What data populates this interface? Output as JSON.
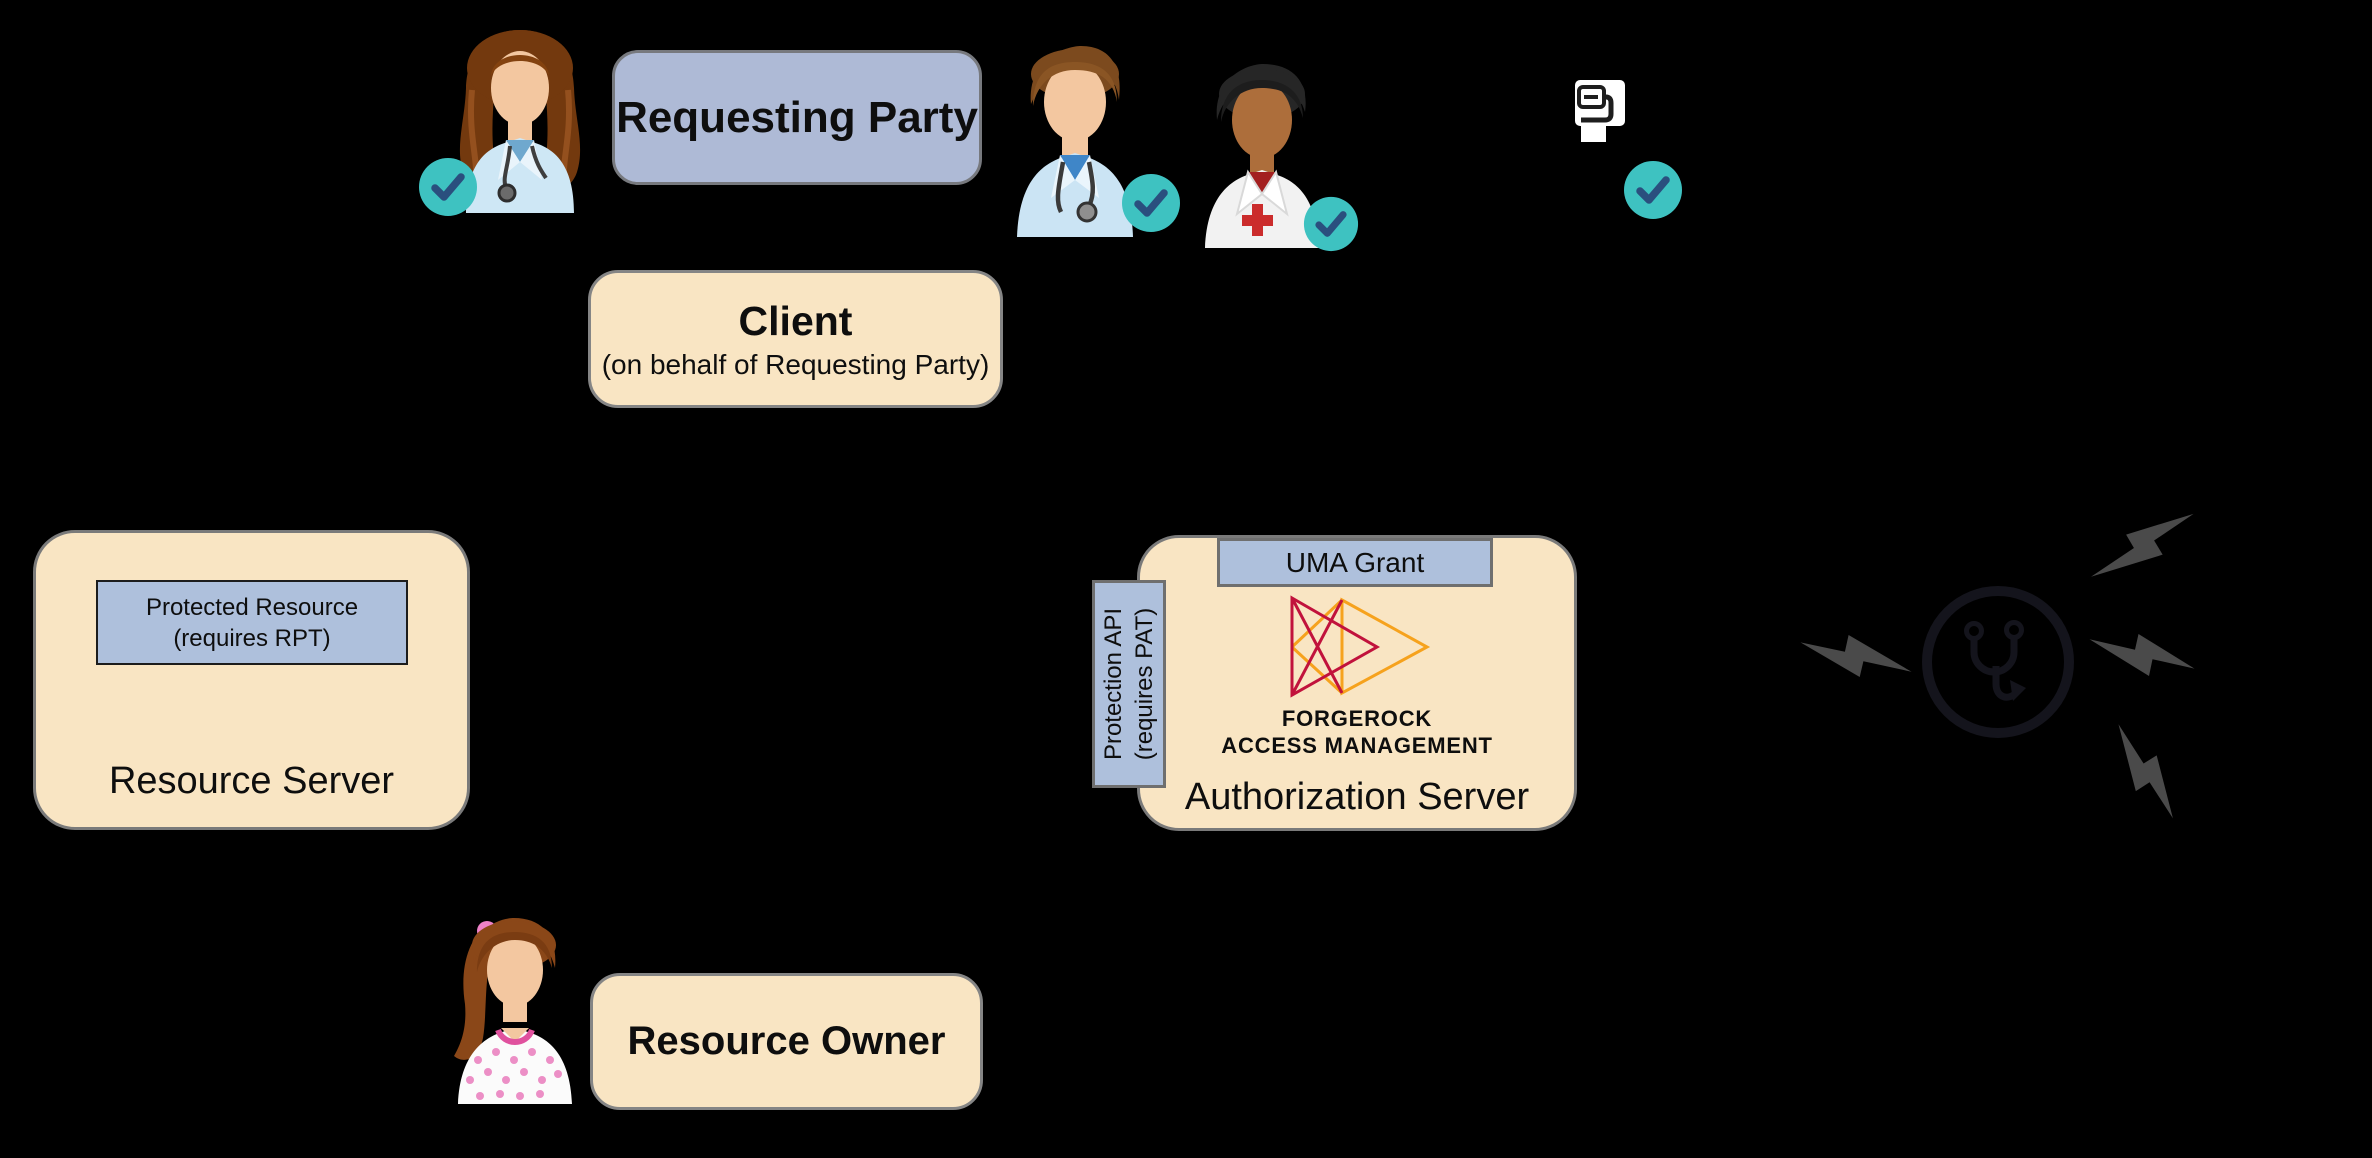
{
  "nodes": {
    "requesting_party": {
      "label": "Requesting Party"
    },
    "client": {
      "title": "Client",
      "subtitle": "(on behalf of Requesting Party)"
    },
    "resource_server": {
      "label": "Resource Server",
      "protected_resource": {
        "line1": "Protected Resource",
        "line2": "(requires RPT)"
      }
    },
    "authorization_server": {
      "label": "Authorization Server",
      "uma_grant": "UMA Grant",
      "protection_api": {
        "line1": "Protection API",
        "line2": "(requires PAT)"
      },
      "product": {
        "line1": "FORGEROCK",
        "line2": "ACCESS MANAGEMENT"
      }
    },
    "resource_owner": {
      "label": "Resource Owner"
    }
  },
  "icons": {
    "figures": [
      "female-doctor",
      "male-doctor",
      "male-doctor-dark-skin",
      "printer",
      "resource-owner-woman",
      "stethoscope-badge",
      "lightning-bolt"
    ],
    "badge": "checkmark"
  },
  "colors": {
    "background": "#000000",
    "box_blue": "#AEBAD6",
    "inner_blue": "#AEC0DC",
    "box_cream": "#F9E5C3",
    "border_gray": "#7A7A7A",
    "check_teal": "#3EC2C1",
    "check_stroke": "#2A4F7E",
    "bolt_gray": "#4A4A4A",
    "logo_crimson": "#C1123C",
    "logo_orange": "#F6A21D"
  }
}
